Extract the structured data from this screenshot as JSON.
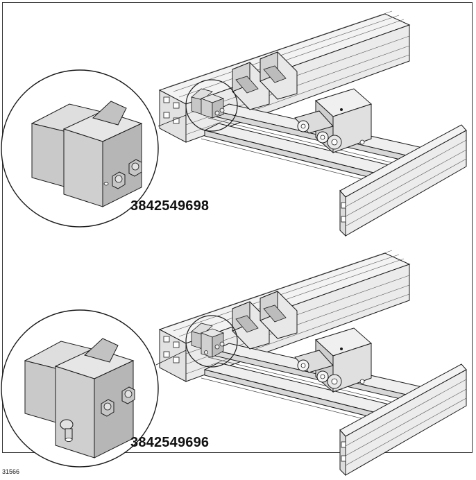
{
  "figure": {
    "drawing_number": "31566",
    "callouts": [
      {
        "part_number": "3842549698"
      },
      {
        "part_number": "3842549696"
      }
    ]
  },
  "colors": {
    "line": "#1a1a1a",
    "profile": "#f2f2f2",
    "block_light": "#e4e4e4",
    "block_mid": "#c9c9c9",
    "block_dark": "#a9a9a9"
  }
}
